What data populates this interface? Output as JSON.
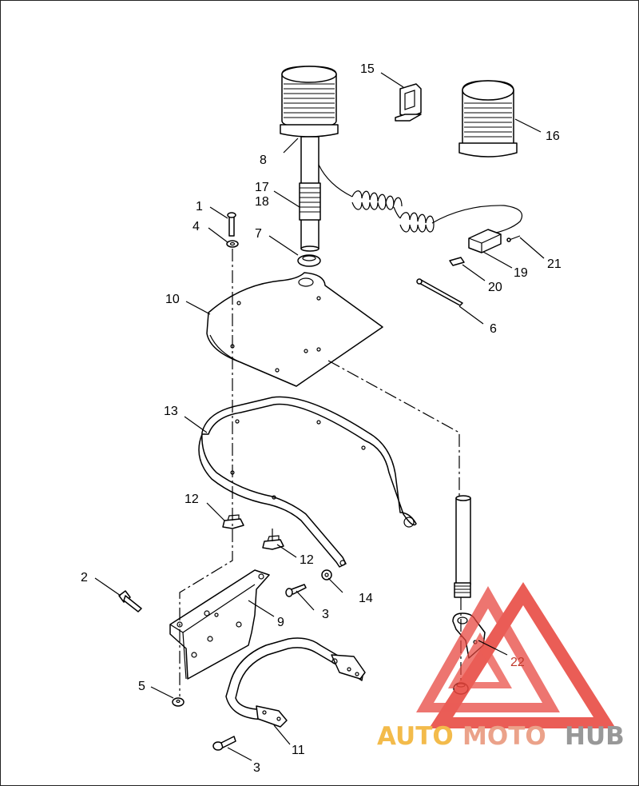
{
  "diagram": {
    "callouts": [
      {
        "id": "c1",
        "label": "1"
      },
      {
        "id": "c2",
        "label": "2"
      },
      {
        "id": "c3a",
        "label": "3"
      },
      {
        "id": "c3b",
        "label": "3"
      },
      {
        "id": "c4",
        "label": "4"
      },
      {
        "id": "c5",
        "label": "5"
      },
      {
        "id": "c6",
        "label": "6"
      },
      {
        "id": "c7",
        "label": "7"
      },
      {
        "id": "c8",
        "label": "8"
      },
      {
        "id": "c9",
        "label": "9"
      },
      {
        "id": "c10",
        "label": "10"
      },
      {
        "id": "c11",
        "label": "11"
      },
      {
        "id": "c12a",
        "label": "12"
      },
      {
        "id": "c12b",
        "label": "12"
      },
      {
        "id": "c13",
        "label": "13"
      },
      {
        "id": "c14",
        "label": "14"
      },
      {
        "id": "c15",
        "label": "15"
      },
      {
        "id": "c16",
        "label": "16"
      },
      {
        "id": "c17",
        "label": "17"
      },
      {
        "id": "c18",
        "label": "18"
      },
      {
        "id": "c19",
        "label": "19"
      },
      {
        "id": "c20",
        "label": "20"
      },
      {
        "id": "c21",
        "label": "21"
      },
      {
        "id": "c22",
        "label": "22"
      }
    ]
  },
  "watermark": {
    "text_part1": "AUTO",
    "text_part2": "MOTO",
    "text_part3": "HUB",
    "colors": {
      "part1": "#f2b233",
      "part2": "#e9967a",
      "part3": "#8a8a8a",
      "triangle": "#e8473f"
    }
  }
}
